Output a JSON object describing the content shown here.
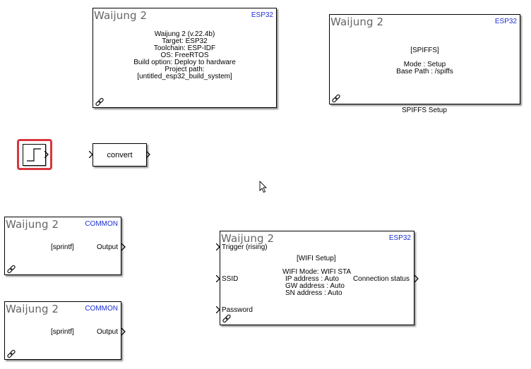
{
  "blocks": {
    "target_block": {
      "logo": "Waijung 2",
      "tag": "ESP32",
      "lines": [
        "Waijung 2 (v.22.4b)",
        "Target: ESP32",
        "Toolchain: ESP-IDF",
        "OS: FreeRTOS",
        "Build option: Deploy to hardware",
        "Project path:",
        "[untitled_esp32_build_system]"
      ]
    },
    "spiffs_block": {
      "logo": "Waijung 2",
      "tag": "ESP32",
      "title": "[SPIFFS]",
      "mode": "Mode : Setup",
      "path": "Base Path : /spiffs",
      "caption": "SPIFFS Setup"
    },
    "convert_block": {
      "label": "convert"
    },
    "sprintf_block_1": {
      "logo": "Waijung 2",
      "tag": "COMMON",
      "label": "[sprintf]",
      "output": "Output"
    },
    "sprintf_block_2": {
      "logo": "Waijung 2",
      "tag": "COMMON",
      "label": "[sprintf]",
      "output": "Output"
    },
    "wifi_block": {
      "logo": "Waijung 2",
      "tag": "ESP32",
      "in_trigger": "Trigger (rising)",
      "in_ssid": "SSID",
      "in_password": "Password",
      "title": "[WIFI Setup]",
      "lines": [
        "WIFI Mode: WIFI STA",
        "IP address    : Auto",
        "GW address  : Auto",
        "SN address   : Auto"
      ],
      "out_status": "Connection status"
    }
  },
  "colors": {
    "tag_blue": "#1d2fd0",
    "selection_red": "#d9363e",
    "logo_gray": "#666666"
  },
  "icons": [
    "link-icon",
    "step-icon",
    "port-arrow-icon",
    "mouse-cursor-icon"
  ]
}
